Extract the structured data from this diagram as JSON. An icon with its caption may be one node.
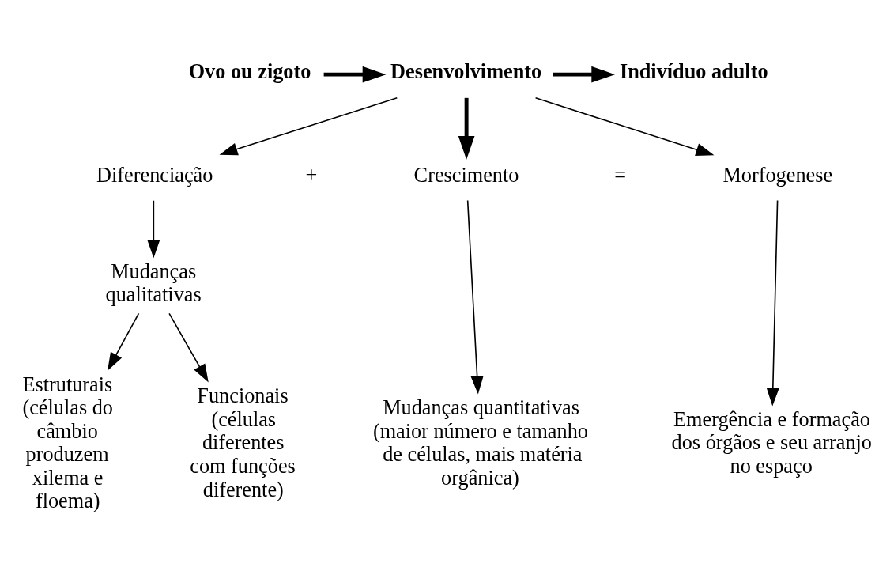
{
  "diagram": {
    "nodes": [
      {
        "text": [
          "Ovo ou zigoto"
        ]
      },
      {
        "text": [
          "Desenvolvimento"
        ]
      },
      {
        "text": [
          "Indivíduo adulto"
        ]
      },
      {
        "text": [
          "Diferenciação"
        ]
      },
      {
        "text": [
          "Crescimento"
        ]
      },
      {
        "text": [
          "Morfogenese"
        ]
      },
      {
        "text": [
          "Mudanças qualitativas"
        ]
      },
      {
        "text": [
          "Mudanças quantitativas",
          "(maior número e tamanho de células, mais matéria orgânica)"
        ]
      },
      {
        "text": [
          "Emergência e formação dos órgãos e seu arranjo no espaço"
        ]
      },
      {
        "text": [
          "Estruturais (células do câmbio produzem xilema e floema)"
        ]
      },
      {
        "text": [
          "Funcionais (células diferentes com funções diferente)"
        ]
      }
    ],
    "edges": [
      {
        "from": 0,
        "to": 1,
        "arrow": "to",
        "style": "thick"
      },
      {
        "from": 1,
        "to": 2,
        "arrow": "to",
        "style": "thick"
      },
      {
        "from": 1,
        "to": 3,
        "arrow": "to"
      },
      {
        "from": 1,
        "to": 4,
        "arrow": "to",
        "style": "thick"
      },
      {
        "from": 1,
        "to": 5,
        "arrow": "to"
      },
      {
        "from": 3,
        "to": 6,
        "arrow": "to"
      },
      {
        "from": 4,
        "to": 7,
        "arrow": "to"
      },
      {
        "from": 5,
        "to": 8,
        "arrow": "to"
      },
      {
        "from": 6,
        "to": 9,
        "arrow": "to"
      },
      {
        "from": 6,
        "to": 10,
        "arrow": "to"
      }
    ],
    "labels": [
      "+",
      "="
    ]
  }
}
